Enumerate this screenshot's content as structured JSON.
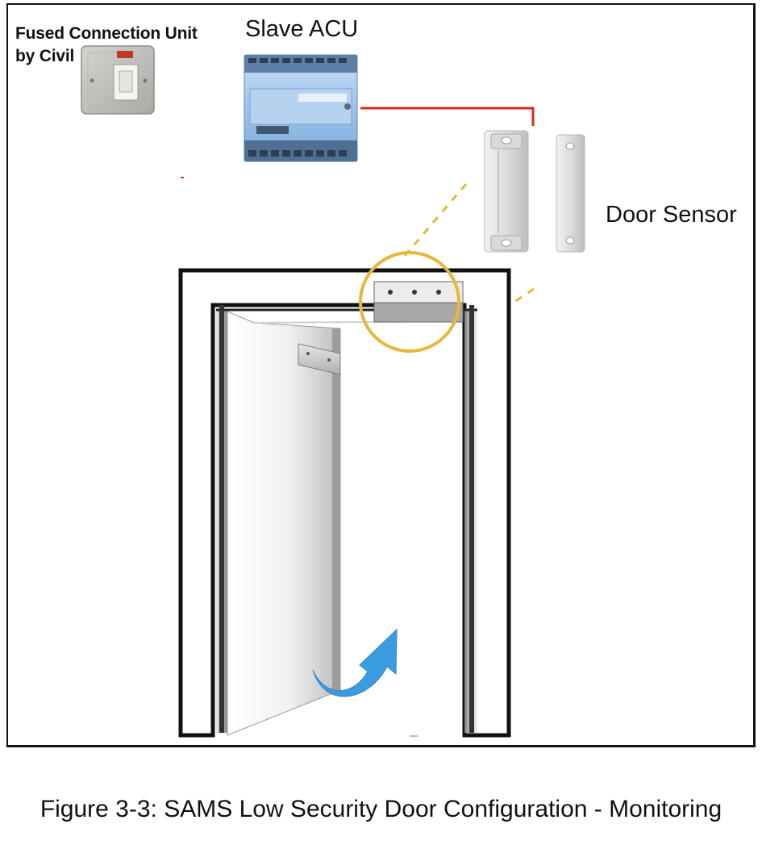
{
  "labels": {
    "fused_line1": "Fused Connection Unit",
    "fused_line2": "by Civil",
    "slave_acu": "Slave ACU",
    "door_sensor": "Door Sensor"
  },
  "caption": "Figure 3-3: SAMS Low Security Door Configuration - Monitoring",
  "colors": {
    "wire": "#d72b1f",
    "highlight": "#e5b83b",
    "arrow": "#3b9be0",
    "acu_body": "#9ec3ec"
  }
}
